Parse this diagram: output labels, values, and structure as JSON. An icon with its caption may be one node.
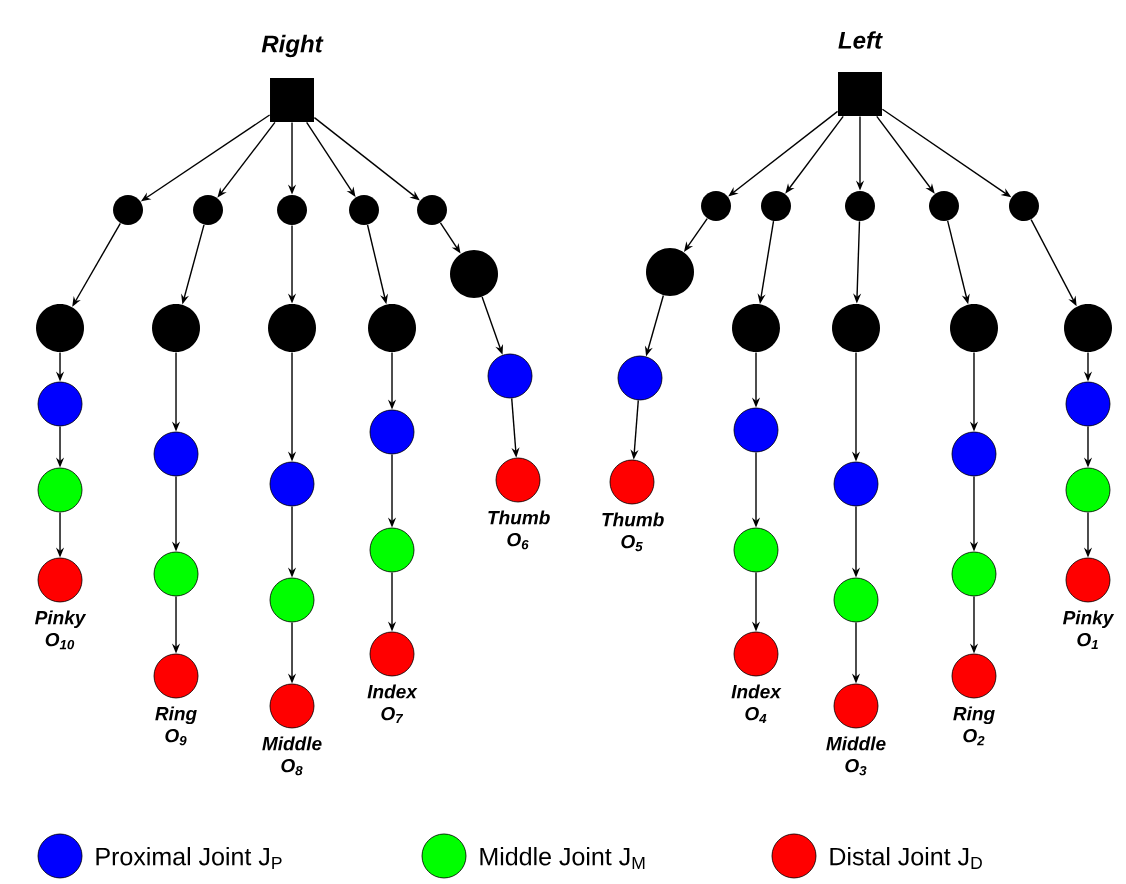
{
  "diagram": {
    "nodes": [
      {
        "text": [
          "Right"
        ]
      },
      {
        "text": [],
        "shape": "circle"
      },
      {
        "text": [],
        "shape": "circle"
      },
      {
        "text": [],
        "shape": "circle"
      },
      {
        "text": [],
        "shape": "circle"
      },
      {
        "text": [],
        "shape": "circle"
      },
      {
        "text": [],
        "shape": "circle"
      },
      {
        "text": [],
        "shape": "circle"
      },
      {
        "text": [],
        "shape": "circle"
      },
      {
        "text": [],
        "shape": "circle",
        "beside": [
          "Pinky O$_{10}$"
        ]
      },
      {
        "text": [],
        "shape": "circle"
      },
      {
        "text": [],
        "shape": "circle"
      },
      {
        "text": [],
        "shape": "circle"
      },
      {
        "text": [],
        "shape": "circle",
        "beside": [
          "Ring O$_{9}$"
        ]
      },
      {
        "text": [],
        "shape": "circle"
      },
      {
        "text": [],
        "shape": "circle"
      },
      {
        "text": [],
        "shape": "circle"
      },
      {
        "text": [],
        "shape": "circle",
        "beside": [
          "Middle O$_{8}$"
        ]
      },
      {
        "text": [],
        "shape": "circle"
      },
      {
        "text": [],
        "shape": "circle"
      },
      {
        "text": [],
        "shape": "circle"
      },
      {
        "text": [],
        "shape": "circle",
        "beside": [
          "Index O$_{7}$"
        ]
      },
      {
        "text": [],
        "shape": "circle"
      },
      {
        "text": [],
        "shape": "circle"
      },
      {
        "text": [],
        "shape": "circle",
        "beside": [
          "Thumb O$_{6}$"
        ]
      },
      {
        "text": [
          "Left"
        ]
      },
      {
        "text": [],
        "shape": "circle"
      },
      {
        "text": [],
        "shape": "circle"
      },
      {
        "text": [],
        "shape": "circle"
      },
      {
        "text": [],
        "shape": "circle"
      },
      {
        "text": [],
        "shape": "circle"
      },
      {
        "text": [],
        "shape": "circle"
      },
      {
        "text": [],
        "shape": "circle"
      },
      {
        "text": [],
        "shape": "circle",
        "beside": [
          "Thumb O$_{5}$"
        ]
      },
      {
        "text": [],
        "shape": "circle"
      },
      {
        "text": [],
        "shape": "circle"
      },
      {
        "text": [],
        "shape": "circle"
      },
      {
        "text": [],
        "shape": "circle",
        "beside": [
          "Index O$_{4}$"
        ]
      },
      {
        "text": [],
        "shape": "circle"
      },
      {
        "text": [],
        "shape": "circle"
      },
      {
        "text": [],
        "shape": "circle"
      },
      {
        "text": [],
        "shape": "circle",
        "beside": [
          "Middle O$_{3}$"
        ]
      },
      {
        "text": [],
        "shape": "circle"
      },
      {
        "text": [],
        "shape": "circle"
      },
      {
        "text": [],
        "shape": "circle"
      },
      {
        "text": [],
        "shape": "circle",
        "beside": [
          "Ring O$_{2}$"
        ]
      },
      {
        "text": [],
        "shape": "circle"
      },
      {
        "text": [],
        "shape": "circle"
      },
      {
        "text": [],
        "shape": "circle"
      },
      {
        "text": [],
        "shape": "circle",
        "beside": [
          "Pinky O$_{1}$"
        ]
      }
    ],
    "edges": [
      {
        "from": 0,
        "to": 1,
        "arrow": "to"
      },
      {
        "from": 0,
        "to": 2,
        "arrow": "to"
      },
      {
        "from": 0,
        "to": 3,
        "arrow": "to"
      },
      {
        "from": 0,
        "to": 4,
        "arrow": "to"
      },
      {
        "from": 0,
        "to": 5,
        "arrow": "to"
      },
      {
        "from": 1,
        "to": 6,
        "arrow": "to"
      },
      {
        "from": 6,
        "to": 7,
        "arrow": "to"
      },
      {
        "from": 7,
        "to": 8,
        "arrow": "to"
      },
      {
        "from": 8,
        "to": 9,
        "arrow": "to"
      },
      {
        "from": 2,
        "to": 10,
        "arrow": "to"
      },
      {
        "from": 10,
        "to": 11,
        "arrow": "to"
      },
      {
        "from": 11,
        "to": 12,
        "arrow": "to"
      },
      {
        "from": 12,
        "to": 13,
        "arrow": "to"
      },
      {
        "from": 3,
        "to": 14,
        "arrow": "to"
      },
      {
        "from": 14,
        "to": 15,
        "arrow": "to"
      },
      {
        "from": 15,
        "to": 16,
        "arrow": "to"
      },
      {
        "from": 16,
        "to": 17,
        "arrow": "to"
      },
      {
        "from": 4,
        "to": 18,
        "arrow": "to"
      },
      {
        "from": 18,
        "to": 19,
        "arrow": "to"
      },
      {
        "from": 19,
        "to": 20,
        "arrow": "to"
      },
      {
        "from": 20,
        "to": 21,
        "arrow": "to"
      },
      {
        "from": 5,
        "to": 22,
        "arrow": "to"
      },
      {
        "from": 22,
        "to": 23,
        "arrow": "to"
      },
      {
        "from": 23,
        "to": 24,
        "arrow": "to"
      },
      {
        "from": 25,
        "to": 26,
        "arrow": "to"
      },
      {
        "from": 25,
        "to": 27,
        "arrow": "to"
      },
      {
        "from": 25,
        "to": 28,
        "arrow": "to"
      },
      {
        "from": 25,
        "to": 29,
        "arrow": "to"
      },
      {
        "from": 25,
        "to": 30,
        "arrow": "to"
      },
      {
        "from": 26,
        "to": 31,
        "arrow": "to"
      },
      {
        "from": 31,
        "to": 32,
        "arrow": "to"
      },
      {
        "from": 32,
        "to": 33,
        "arrow": "to"
      },
      {
        "from": 27,
        "to": 34,
        "arrow": "to"
      },
      {
        "from": 34,
        "to": 35,
        "arrow": "to"
      },
      {
        "from": 35,
        "to": 36,
        "arrow": "to"
      },
      {
        "from": 36,
        "to": 37,
        "arrow": "to"
      },
      {
        "from": 28,
        "to": 38,
        "arrow": "to"
      },
      {
        "from": 38,
        "to": 39,
        "arrow": "to"
      },
      {
        "from": 39,
        "to": 40,
        "arrow": "to"
      },
      {
        "from": 40,
        "to": 41,
        "arrow": "to"
      },
      {
        "from": 29,
        "to": 42,
        "arrow": "to"
      },
      {
        "from": 42,
        "to": 43,
        "arrow": "to"
      },
      {
        "from": 43,
        "to": 44,
        "arrow": "to"
      },
      {
        "from": 44,
        "to": 45,
        "arrow": "to"
      },
      {
        "from": 30,
        "to": 46,
        "arrow": "to"
      },
      {
        "from": 46,
        "to": 47,
        "arrow": "to"
      },
      {
        "from": 47,
        "to": 48,
        "arrow": "to"
      },
      {
        "from": 48,
        "to": 49,
        "arrow": "to"
      }
    ],
    "legend": [
      {
        "text": "Proximal Joint J$_{P}$",
        "color": "#0000ff"
      },
      {
        "text": "Middle Joint J$_{M}$",
        "color": "#00ff00"
      },
      {
        "text": "Distal Joint J$_{D}$",
        "color": "#ff0000"
      }
    ]
  }
}
